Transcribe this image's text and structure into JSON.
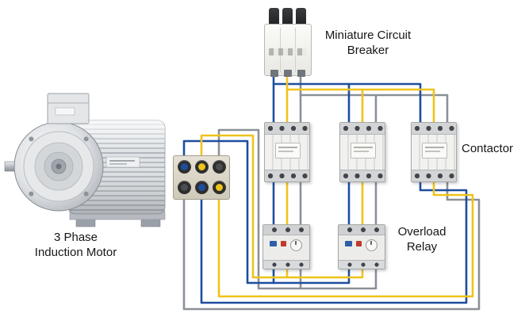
{
  "diagram": {
    "labels": {
      "motor": "3 Phase\nInduction Motor",
      "breaker": "Miniature Circuit\nBreaker",
      "contactor": "Contactor",
      "overload_relay": "Overload\nRelay"
    },
    "wire_colors": {
      "blue": "#1d4e9e",
      "yellow": "#eec31c",
      "gray": "#8b9098"
    },
    "components": {
      "breaker_poles": 3,
      "contactor_count": 3,
      "overload_relay_count": 2,
      "terminal_block": {
        "rows": 2,
        "columns": 3,
        "row1_colors": [
          "blue",
          "yellow",
          "dark"
        ],
        "row2_colors": [
          "dark",
          "blue",
          "yellow"
        ]
      }
    }
  }
}
